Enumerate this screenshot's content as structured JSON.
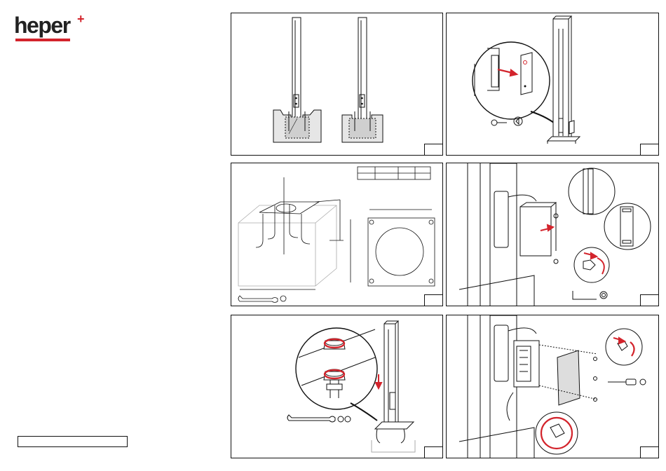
{
  "brand": {
    "name": "heper",
    "plus": "+",
    "accent_color": "#d3242c"
  },
  "panels": [
    {
      "name": "panel-pole-foundation"
    },
    {
      "name": "panel-open-cover"
    },
    {
      "name": "panel-anchor-dimensions"
    },
    {
      "name": "panel-install-box"
    },
    {
      "name": "panel-mount-pole"
    },
    {
      "name": "panel-wire-box"
    }
  ],
  "icons": [
    "wrench-icon",
    "allen-key-icon",
    "screwdriver-icon",
    "washer-icon",
    "nut-icon"
  ]
}
